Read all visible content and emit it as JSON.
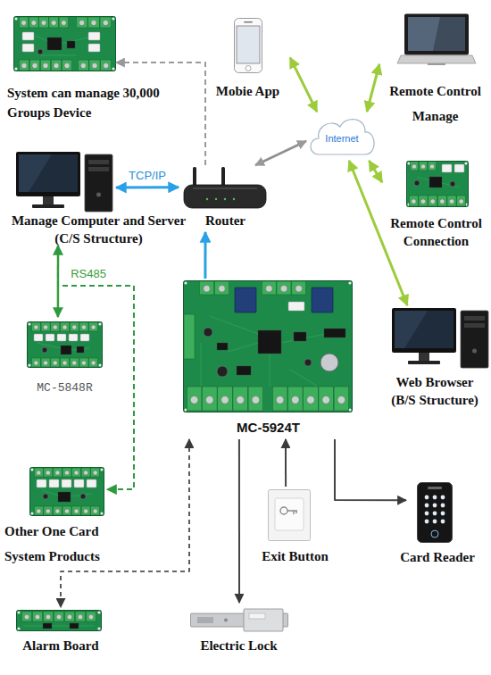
{
  "diagram": {
    "nodes": [
      {
        "text": [
          "System can manage 30,000 Groups Device"
        ]
      },
      {
        "text": [
          "Mobie App"
        ]
      },
      {
        "text": [
          "Remote Control Manage"
        ]
      },
      {
        "text": [
          "Internet"
        ]
      },
      {
        "text": [
          "Manage Computer and Server (C/S Structure)"
        ]
      },
      {
        "text": [
          "Router"
        ]
      },
      {
        "text": [
          "Remote Control Connection"
        ]
      },
      {
        "text": [
          "MC-5848R"
        ]
      },
      {
        "text": [
          "MC-5924T"
        ]
      },
      {
        "text": [
          "Web Browser (B/S Structure)"
        ]
      },
      {
        "text": [
          "Other One Card System Products"
        ]
      },
      {
        "text": [
          "Exit Button"
        ]
      },
      {
        "text": [
          "Card Reader"
        ]
      },
      {
        "text": [
          "Alarm Board"
        ]
      },
      {
        "text": [
          "Electric Lock"
        ]
      }
    ],
    "edges": [
      {
        "from": 5,
        "to": 0,
        "arrow": "to"
      },
      {
        "from": 1,
        "to": 3,
        "arrow": "both"
      },
      {
        "from": 2,
        "to": 3,
        "arrow": "both"
      },
      {
        "from": 3,
        "to": 5,
        "arrow": "both"
      },
      {
        "from": 3,
        "to": 6,
        "arrow": "both"
      },
      {
        "from": 3,
        "to": 9,
        "arrow": "both"
      },
      {
        "from": 4,
        "to": 5,
        "label": "TCP/IP",
        "arrow": "both"
      },
      {
        "from": 4,
        "to": 7,
        "label": "RS485",
        "arrow": "both"
      },
      {
        "from": 4,
        "to": 10,
        "arrow": "to"
      },
      {
        "from": 8,
        "to": 5,
        "arrow": "to"
      },
      {
        "from": 8,
        "to": 13,
        "arrow": "both"
      },
      {
        "from": 8,
        "to": 14,
        "arrow": "to"
      },
      {
        "from": 11,
        "to": 8,
        "arrow": "to"
      },
      {
        "from": 8,
        "to": 12,
        "arrow": "to"
      }
    ]
  }
}
